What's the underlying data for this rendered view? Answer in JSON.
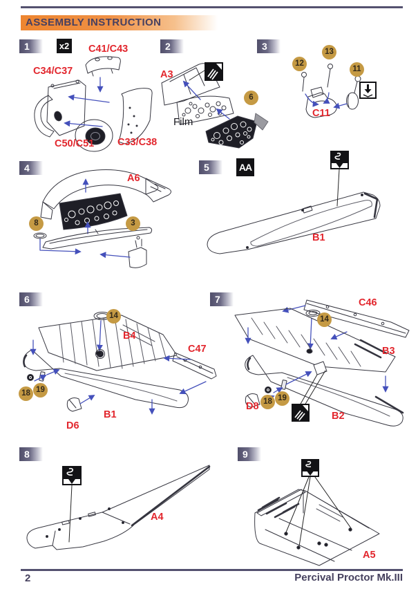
{
  "header": {
    "title": "ASSEMBLY INSTRUCTION"
  },
  "footer": {
    "page_number": "2",
    "model_name": "Percival Proctor Mk.III"
  },
  "colors": {
    "accent_orange": "#ee8430",
    "badge_slate": "#514f6b",
    "label_red": "#e2262d",
    "callout_gold": "#c59a44",
    "arrow_blue": "#4450bb"
  },
  "steps": {
    "s1": {
      "number": "1",
      "multiplier": "x2",
      "labels": {
        "top": "C41/C43",
        "left": "C34/C37",
        "bottom_left": "C50/C51",
        "bottom_right": "C33/C38"
      }
    },
    "s2": {
      "number": "2",
      "labels": {
        "windshield": "A3",
        "film": "Film"
      },
      "callouts": {
        "c6": "6"
      }
    },
    "s3": {
      "number": "3",
      "labels": {
        "body": "C11"
      },
      "callouts": {
        "c12": "12",
        "c13": "13",
        "c11": "11"
      }
    },
    "s4": {
      "number": "4",
      "labels": {
        "coaming": "A6"
      },
      "callouts": {
        "c8": "8",
        "c3": "3"
      }
    },
    "s5": {
      "number": "5",
      "variant_marker": "AA",
      "labels": {
        "wing": "B1"
      }
    },
    "s6": {
      "number": "6",
      "labels": {
        "upper_wing": "B4",
        "aileron": "C47",
        "lower_wing": "B1",
        "wingtip_light": "D6"
      },
      "callouts": {
        "c14": "14",
        "c18": "18",
        "c19": "19"
      }
    },
    "s7": {
      "number": "7",
      "labels": {
        "aileron": "C46",
        "upper_wing": "B3",
        "lower_wing": "B2",
        "wingtip_light": "D8"
      },
      "callouts": {
        "c14": "14",
        "c18": "18",
        "c19": "19"
      }
    },
    "s8": {
      "number": "8",
      "labels": {
        "wing_panel": "A4"
      }
    },
    "s9": {
      "number": "9",
      "labels": {
        "center_section": "A5"
      }
    }
  }
}
